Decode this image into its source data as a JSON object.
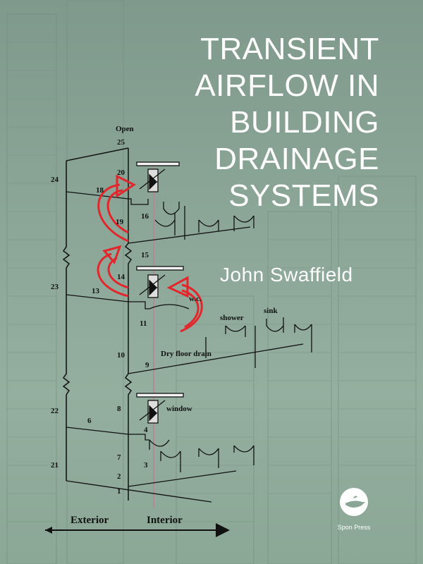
{
  "book": {
    "title_lines": [
      "TRANSIENT",
      "AIRFLOW IN",
      "BUILDING",
      "DRAINAGE",
      "SYSTEMS"
    ],
    "author": "John Swaffield",
    "publisher": "Spon Press"
  },
  "diagram": {
    "top_label": "Open",
    "nodes": {
      "n1": "1",
      "n2": "2",
      "n3": "3",
      "n4": "4",
      "n6": "6",
      "n7": "7",
      "n8": "8",
      "n9": "9",
      "n10": "10",
      "n11": "11",
      "n13": "13",
      "n14": "14",
      "n15": "15",
      "n16": "16",
      "n18": "18",
      "n19": "19",
      "n20": "20",
      "n21": "21",
      "n22": "22",
      "n23": "23",
      "n24": "24",
      "n25": "25"
    },
    "fixture_labels": {
      "wc": "w.c.",
      "shower": "shower",
      "sink": "sink",
      "floor_drain": "Dry floor drain",
      "window": "window"
    },
    "axis": {
      "exterior": "Exterior",
      "interior": "Interior"
    }
  },
  "colors": {
    "background": "#8aa596",
    "arrow": "#e2262c",
    "title": "#ffffff"
  }
}
